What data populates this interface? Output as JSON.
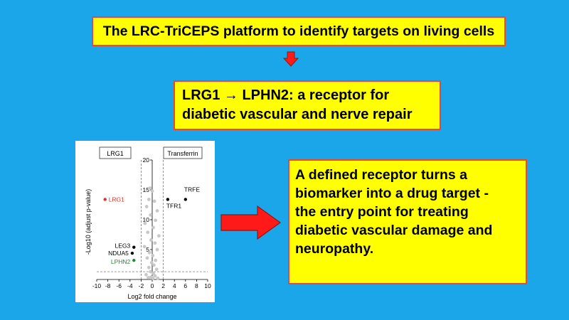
{
  "title": "The LRC-TriCEPS platform to identify targets on living cells",
  "finding": {
    "line1": "LRG1 → LPHN2: a receptor for",
    "line2": "diabetic vascular and nerve repair"
  },
  "conclusion": {
    "line1": "A defined receptor turns a",
    "line2": "biomarker into a drug target -",
    "line3": "the entry point for treating",
    "line4": "diabetic vascular damage and",
    "line5": "neuropathy."
  },
  "colors": {
    "background": "#1ba6ea",
    "box_fill": "#ffff00",
    "box_border": "#e8473a",
    "arrow": "#ff1a1a",
    "lrg1_point": "#d9342b",
    "lphn2_point": "#1f8a3a"
  },
  "chart_data": {
    "type": "scatter",
    "xlabel": "Log2 fold change",
    "ylabel": "-Log10 (adjust p-value)",
    "xlim": [
      -10,
      10
    ],
    "ylim": [
      0,
      20
    ],
    "xticks": [
      -10,
      -8,
      -6,
      -4,
      -2,
      0,
      2,
      4,
      6,
      8,
      10
    ],
    "yticks": [
      5,
      10,
      15,
      20
    ],
    "legend": [
      "LRG1",
      "Transferrin"
    ],
    "threshold_x": [
      -2,
      2
    ],
    "threshold_y": 1.3,
    "labeled_points": [
      {
        "label": "LRG1",
        "x": -8.5,
        "y": 13.4,
        "color": "#d9342b"
      },
      {
        "label": "TRFE",
        "x": 6.0,
        "y": 13.4,
        "color": "#000000"
      },
      {
        "label": "TFR1",
        "x": 2.8,
        "y": 13.4,
        "color": "#000000"
      },
      {
        "label": "LEG3",
        "x": -3.3,
        "y": 5.4,
        "color": "#000000"
      },
      {
        "label": "NDUA5",
        "x": -3.6,
        "y": 4.4,
        "color": "#000000"
      },
      {
        "label": "LPHN2",
        "x": -3.3,
        "y": 3.2,
        "color": "#1f8a3a"
      }
    ],
    "background_points": [
      [
        -0.6,
        13.4
      ],
      [
        0.4,
        13.1
      ],
      [
        -1.0,
        12.2
      ],
      [
        0.9,
        11.5
      ],
      [
        -0.3,
        10.8
      ],
      [
        0.6,
        9.9
      ],
      [
        -1.3,
        9.4
      ],
      [
        0.2,
        8.7
      ],
      [
        -0.8,
        7.9
      ],
      [
        1.2,
        7.3
      ],
      [
        -0.2,
        6.6
      ],
      [
        0.5,
        6.1
      ],
      [
        -1.4,
        5.5
      ],
      [
        0.9,
        5.0
      ],
      [
        -0.5,
        4.5
      ],
      [
        0.1,
        4.0
      ],
      [
        -0.9,
        3.6
      ],
      [
        0.6,
        3.2
      ],
      [
        -0.1,
        2.8
      ],
      [
        0.3,
        2.4
      ],
      [
        -0.6,
        2.0
      ],
      [
        0.8,
        1.7
      ],
      [
        -0.3,
        1.3
      ],
      [
        0.2,
        1.0
      ],
      [
        -1.1,
        0.8
      ],
      [
        0.5,
        0.6
      ],
      [
        -0.2,
        0.4
      ],
      [
        0.1,
        0.2
      ],
      [
        -0.7,
        0.3
      ],
      [
        1.0,
        0.2
      ],
      [
        0.0,
        14.8
      ],
      [
        -0.4,
        15.3
      ]
    ]
  }
}
